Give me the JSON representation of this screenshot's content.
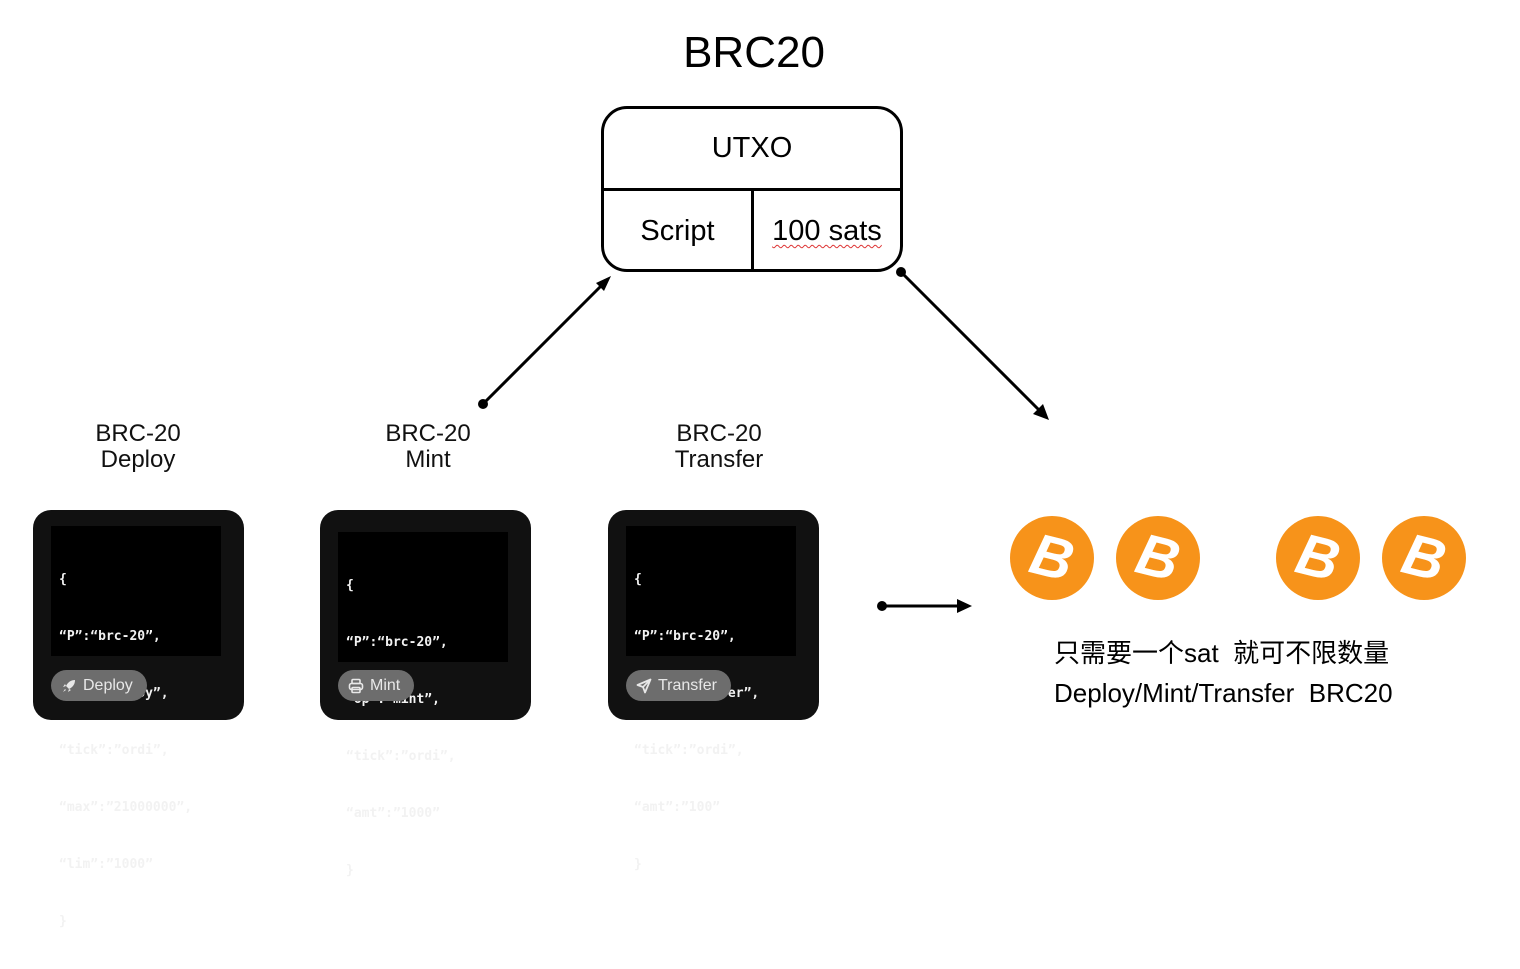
{
  "title": "BRC20",
  "utxo": {
    "header": "UTXO",
    "script_label": "Script",
    "value_label": "100 sats"
  },
  "cards": [
    {
      "heading_line1": "BRC-20",
      "heading_line2": "Deploy",
      "code_lines": [
        "{",
        "“P”:“brc-20”,",
        "“op”:”deploy”,",
        "“tick”:”ordi”,",
        "“max”:”21000000”,",
        "“lim”:”1000”",
        "}"
      ],
      "button_label": "Deploy",
      "button_icon": "rocket-icon"
    },
    {
      "heading_line1": "BRC-20",
      "heading_line2": "Mint",
      "code_lines": [
        "{",
        "“P”:“brc-20”,",
        "“op”:”mint”,",
        "“tick”:”ordi”,",
        "“amt”:”1000”",
        "}"
      ],
      "button_label": "Mint",
      "button_icon": "printer-icon"
    },
    {
      "heading_line1": "BRC-20",
      "heading_line2": "Transfer",
      "code_lines": [
        "{",
        "“P”:“brc-20”,",
        "“op”:”transfer”,",
        "“tick”:”ordi”,",
        "“amt”:”100”",
        "}"
      ],
      "button_label": "Transfer",
      "button_icon": "send-icon"
    }
  ],
  "coins": {
    "symbol": "B",
    "color": "#f7931a",
    "count": 4
  },
  "caption": {
    "line1": "只需要一个sat  就可不限数量",
    "line2": "Deploy/Mint/Transfer  BRC20"
  }
}
